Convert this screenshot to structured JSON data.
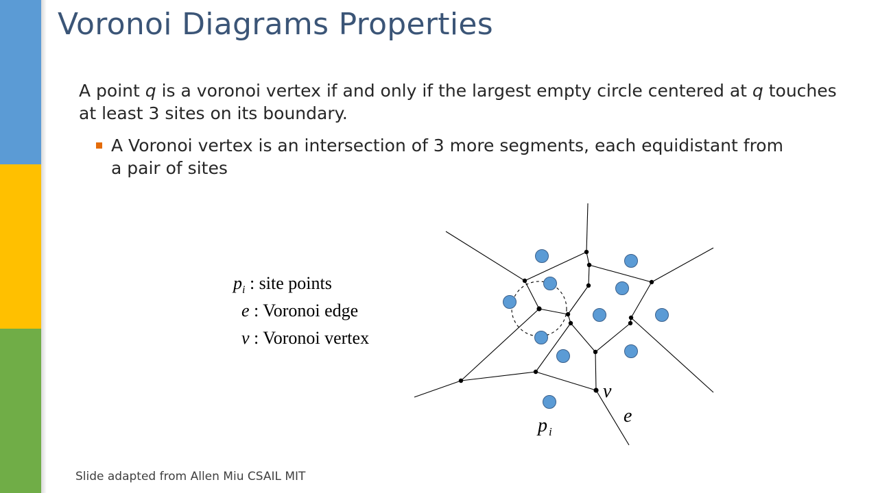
{
  "title": "Voronoi Diagrams Properties",
  "body": {
    "p1": "A point ",
    "q1": "q",
    "p2": " is a voronoi vertex if and only if the largest empty circle centered at ",
    "q2": "q",
    "p3": " touches at least 3 sites  on its boundary."
  },
  "bullet": "A Voronoi vertex is an intersection of 3 more segments, each equidistant from a pair of sites",
  "legend": [
    {
      "sym": "p",
      "sub": "i",
      "desc": " : site points"
    },
    {
      "sym": "e",
      "sub": "",
      "desc": " : Voronoi edge"
    },
    {
      "sym": "v",
      "sub": "",
      "desc": " : Voronoi vertex"
    }
  ],
  "diagram_labels": {
    "v": "v",
    "e": "e",
    "p": "p",
    "p_sub": "i"
  },
  "footer": "Slide adapted from Allen Miu CSAIL MIT",
  "colors": {
    "site_fill": "#5b9bd5",
    "title": "#3b5577",
    "bullet": "#e46c0a"
  }
}
